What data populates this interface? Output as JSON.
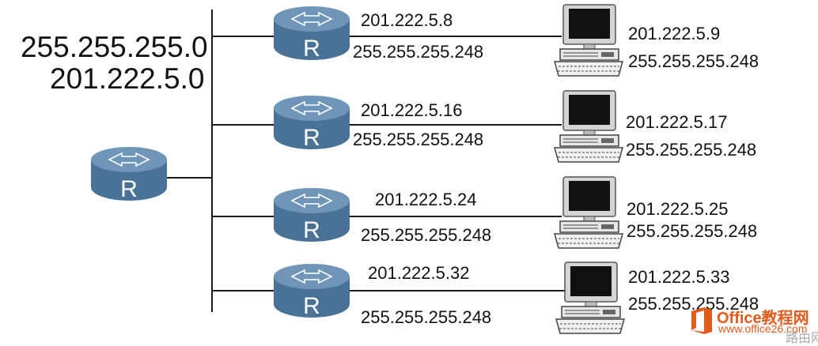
{
  "network": {
    "mask": "255.255.255.0",
    "address": "201.222.5.0"
  },
  "router_glyph": "R",
  "subnets": [
    {
      "router_ip": "201.222.5.8",
      "router_mask": "255.255.255.248",
      "host_ip": "201.222.5.9",
      "host_mask": "255.255.255.248"
    },
    {
      "router_ip": "201.222.5.16",
      "router_mask": "255.255.255.248",
      "host_ip": "201.222.5.17",
      "host_mask": "255.255.255.248"
    },
    {
      "router_ip": "201.222.5.24",
      "router_mask": "255.255.255.248",
      "host_ip": "201.222.5.25",
      "host_mask": "255.255.255.248"
    },
    {
      "router_ip": "201.222.5.32",
      "router_mask": "255.255.255.248",
      "host_ip": "201.222.5.33",
      "host_mask": "255.255.255.248"
    }
  ],
  "watermark": {
    "brand": "Office教程网",
    "url": "www.office26.com",
    "site": "路由网"
  },
  "colors": {
    "router_body": "#4a7296",
    "router_top": "#6f96b8",
    "line": "#1a1a1a",
    "watermark": "#e25b1b"
  }
}
